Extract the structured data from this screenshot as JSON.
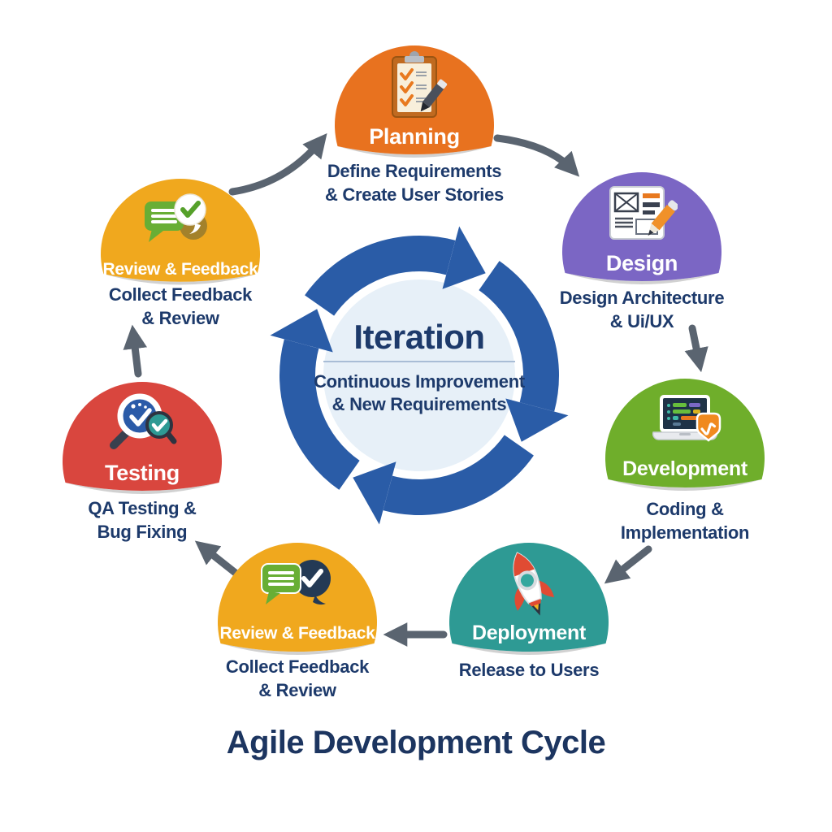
{
  "title": "Agile Development Cycle",
  "center": {
    "title": "Iteration",
    "subtitle_line1": "Continuous Improvement",
    "subtitle_line2": "& New Requirements",
    "icon": "cycle-arrows-icon"
  },
  "nodes": [
    {
      "id": "planning",
      "label": "Planning",
      "caption_line1": "Define Requirements",
      "caption_line2": "& Create User Stories",
      "color": "#E8721F",
      "icon": "clipboard-checklist-icon"
    },
    {
      "id": "design",
      "label": "Design",
      "caption_line1": "Design Architecture",
      "caption_line2": "& Ui/UX",
      "color": "#7B66C4",
      "icon": "wireframe-pencil-icon"
    },
    {
      "id": "development",
      "label": "Development",
      "caption_line1": "Coding &",
      "caption_line2": "Implementation",
      "color": "#6FAE2B",
      "icon": "laptop-code-icon"
    },
    {
      "id": "deployment",
      "label": "Deployment",
      "caption_line1": "Release to Users",
      "caption_line2": "",
      "color": "#2E9A94",
      "icon": "rocket-icon"
    },
    {
      "id": "review-bottom",
      "label": "Review & Feedback",
      "caption_line1": "Collect Feedback",
      "caption_line2": "& Review",
      "color": "#F0A81E",
      "icon": "chat-bubbles-check-icon"
    },
    {
      "id": "testing",
      "label": "Testing",
      "caption_line1": "QA Testing &",
      "caption_line2": "Bug Fixing",
      "color": "#D9463E",
      "icon": "magnifier-check-icon"
    },
    {
      "id": "review-top",
      "label": "Review & Feedback",
      "caption_line1": "Collect Feedback",
      "caption_line2": "& Review",
      "color": "#F0A81E",
      "icon": "chat-bubble-check-icon"
    }
  ],
  "colors": {
    "ring_blue": "#2A5CA7",
    "ring_inner": "#E7F0F8",
    "text_navy": "#1D3A6B",
    "arrow_gray": "#5A6470"
  }
}
